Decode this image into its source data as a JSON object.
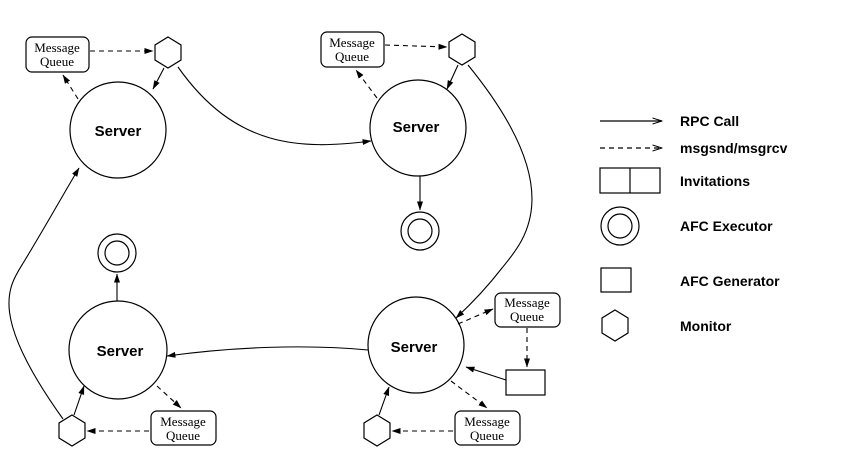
{
  "servers": [
    {
      "label": "Server"
    },
    {
      "label": "Server"
    },
    {
      "label": "Server"
    },
    {
      "label": "Server"
    }
  ],
  "queues": [
    {
      "line1": "Message",
      "line2": "Queue"
    },
    {
      "line1": "Message",
      "line2": "Queue"
    },
    {
      "line1": "Message",
      "line2": "Queue"
    },
    {
      "line1": "Message",
      "line2": "Queue"
    },
    {
      "line1": "Message",
      "line2": "Queue"
    }
  ],
  "legend": {
    "rpc_call": "RPC Call",
    "msgsnd": "msgsnd/msgrcv",
    "invitations": "Invitations",
    "afc_executor": "AFC Executor",
    "afc_generator": "AFC Generator",
    "monitor": "Monitor"
  }
}
